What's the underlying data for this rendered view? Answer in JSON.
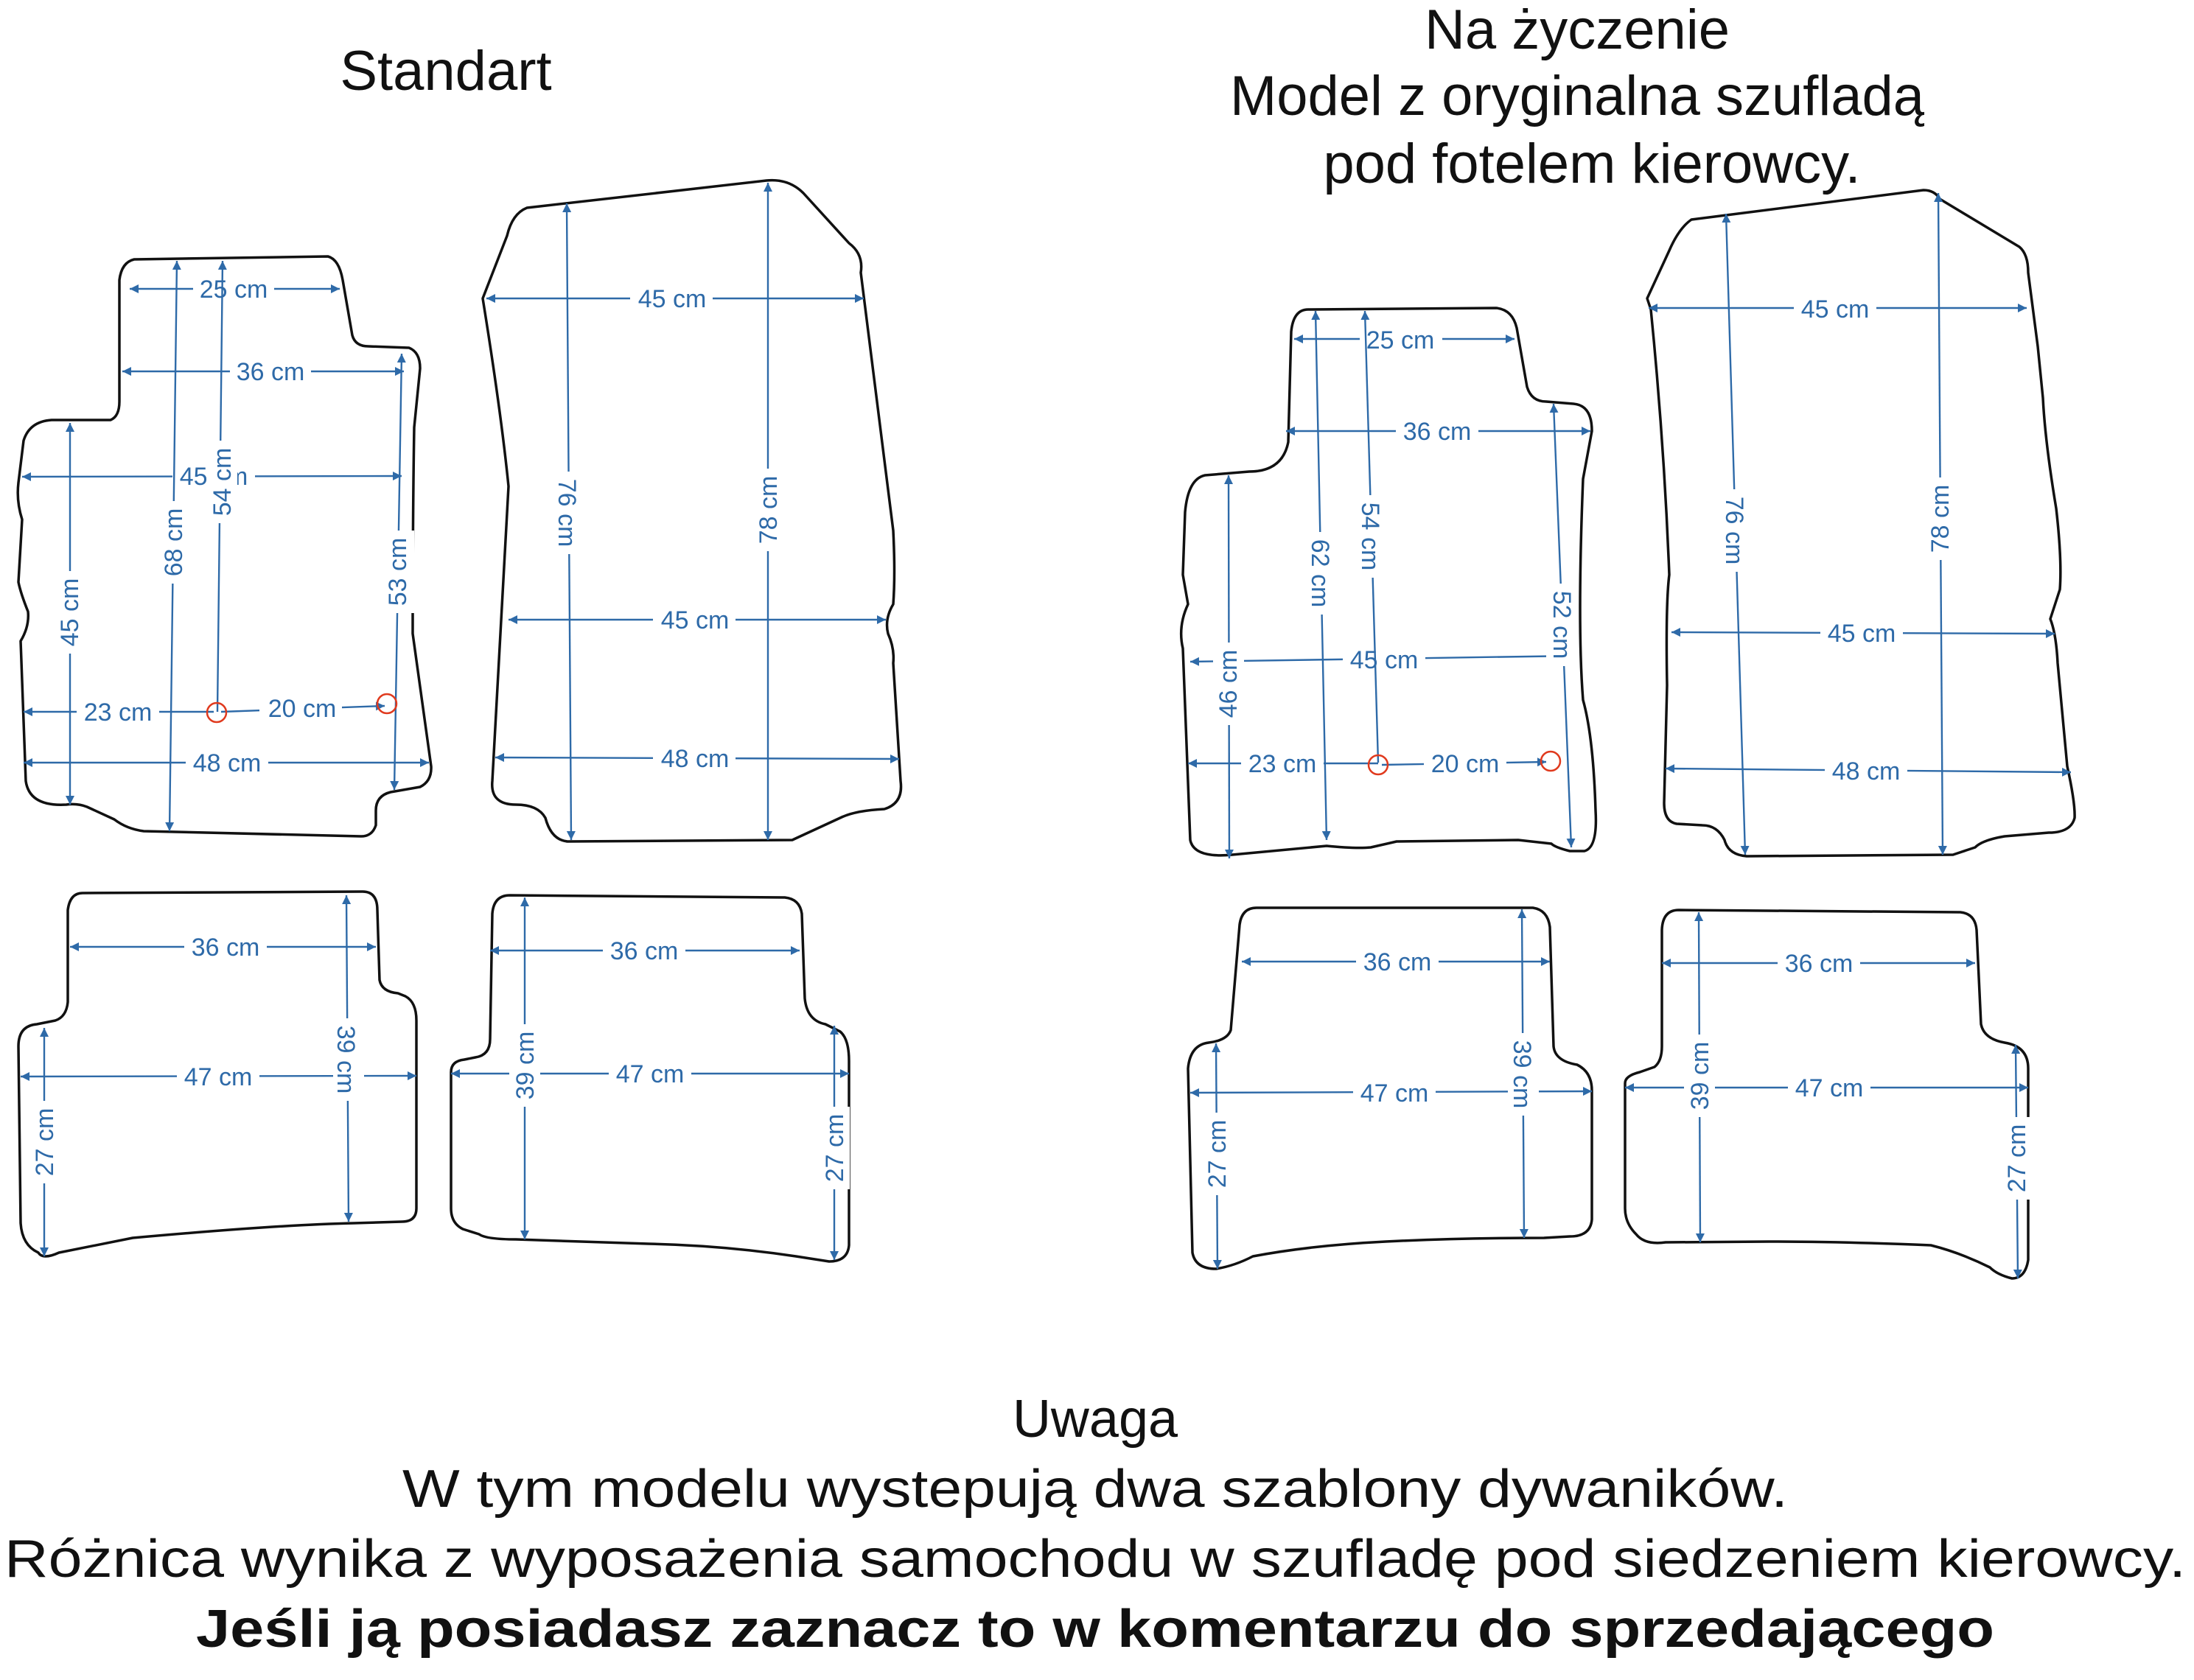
{
  "headings": {
    "standard": "Standart",
    "custom_line1": "Na życzenie",
    "custom_line2": "Model z oryginalna szufladą",
    "custom_line3": "pod fotelem kierowcy."
  },
  "note": {
    "title": "Uwaga",
    "line1": "W tym modelu wystepują dwa szablony dywaników.",
    "line2": "Różnica wynika z wyposażenia samochodu w szufladę pod siedzeniem kierowcy.",
    "line3": "Jeśli ją posiadasz zaznacz to w komentarzu do sprzedającego"
  },
  "colors": {
    "dimension": "#2e6aa8",
    "outline": "#111111",
    "marker": "#e03a1e"
  },
  "standard": {
    "driver": {
      "top_width": "25 cm",
      "upper_width": "36 cm",
      "mid_width": "45 cm",
      "bottom_width": "48 cm",
      "left_height": "45 cm",
      "left_full_height": "68 cm",
      "center_height": "54 cm",
      "right_height": "53 cm",
      "to_marker_left": "23 cm",
      "to_marker_right": "20 cm"
    },
    "passenger": {
      "top_width": "45 cm",
      "mid_width": "45 cm",
      "bottom_width": "48 cm",
      "left_height": "76 cm",
      "right_height": "78 cm"
    },
    "rear_left": {
      "top_width": "36 cm",
      "bottom_width": "47 cm",
      "right_height": "39 cm",
      "left_height": "27 cm"
    },
    "rear_right": {
      "top_width": "36 cm",
      "bottom_width": "47 cm",
      "left_height": "39 cm",
      "right_height": "27 cm"
    }
  },
  "custom": {
    "driver": {
      "top_width": "25 cm",
      "upper_width": "36 cm",
      "mid_width": "45 cm",
      "bottom_width": "23 cm",
      "left_height": "46 cm",
      "left_full_height": "62 cm",
      "center_height": "54 cm",
      "right_height": "52 cm",
      "to_marker_right": "20 cm"
    },
    "passenger": {
      "top_width": "45 cm",
      "mid_width": "45 cm",
      "bottom_width": "48 cm",
      "left_height": "76 cm",
      "right_height": "78 cm"
    },
    "rear_left": {
      "top_width": "36 cm",
      "bottom_width": "47 cm",
      "right_height": "39 cm",
      "left_height": "27 cm"
    },
    "rear_right": {
      "top_width": "36 cm",
      "bottom_width": "47 cm",
      "left_height": "39 cm",
      "right_height": "27 cm"
    }
  }
}
